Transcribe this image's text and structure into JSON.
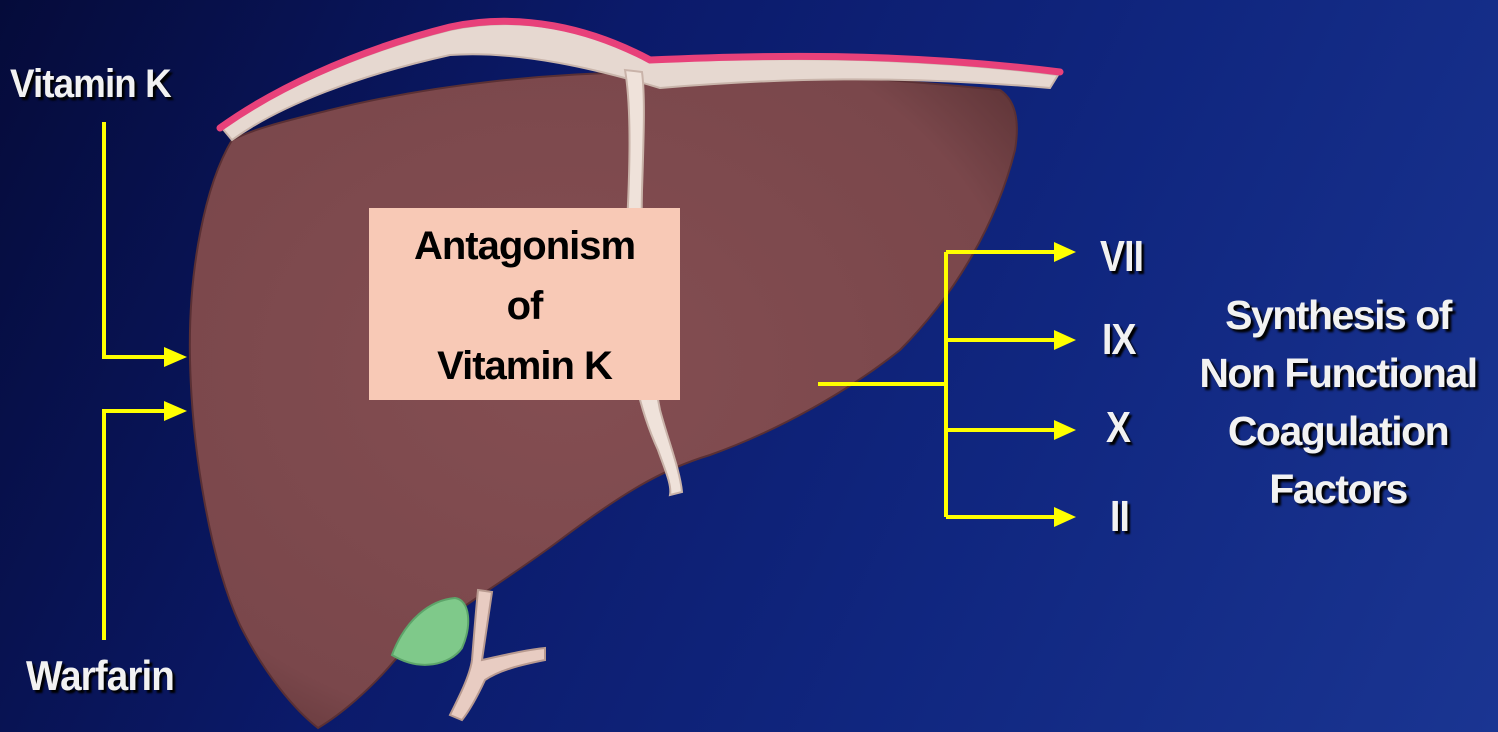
{
  "inputs": {
    "vitamin_k": "Vitamin K",
    "warfarin": "Warfarin"
  },
  "center_box": {
    "line1": "Antagonism",
    "line2": "of",
    "line3": "Vitamin K"
  },
  "factors": [
    "VII",
    "IX",
    "X",
    "II"
  ],
  "outcome": {
    "line1": "Synthesis of",
    "line2": "Non Functional",
    "line3": "Coagulation",
    "line4": "Factors"
  },
  "colors": {
    "arrow": "#ffff00",
    "liver": "#7e4a4e",
    "box": "#f8c9b6",
    "capsule_edge": "#e8417a",
    "gallbladder": "#7fc98a"
  }
}
